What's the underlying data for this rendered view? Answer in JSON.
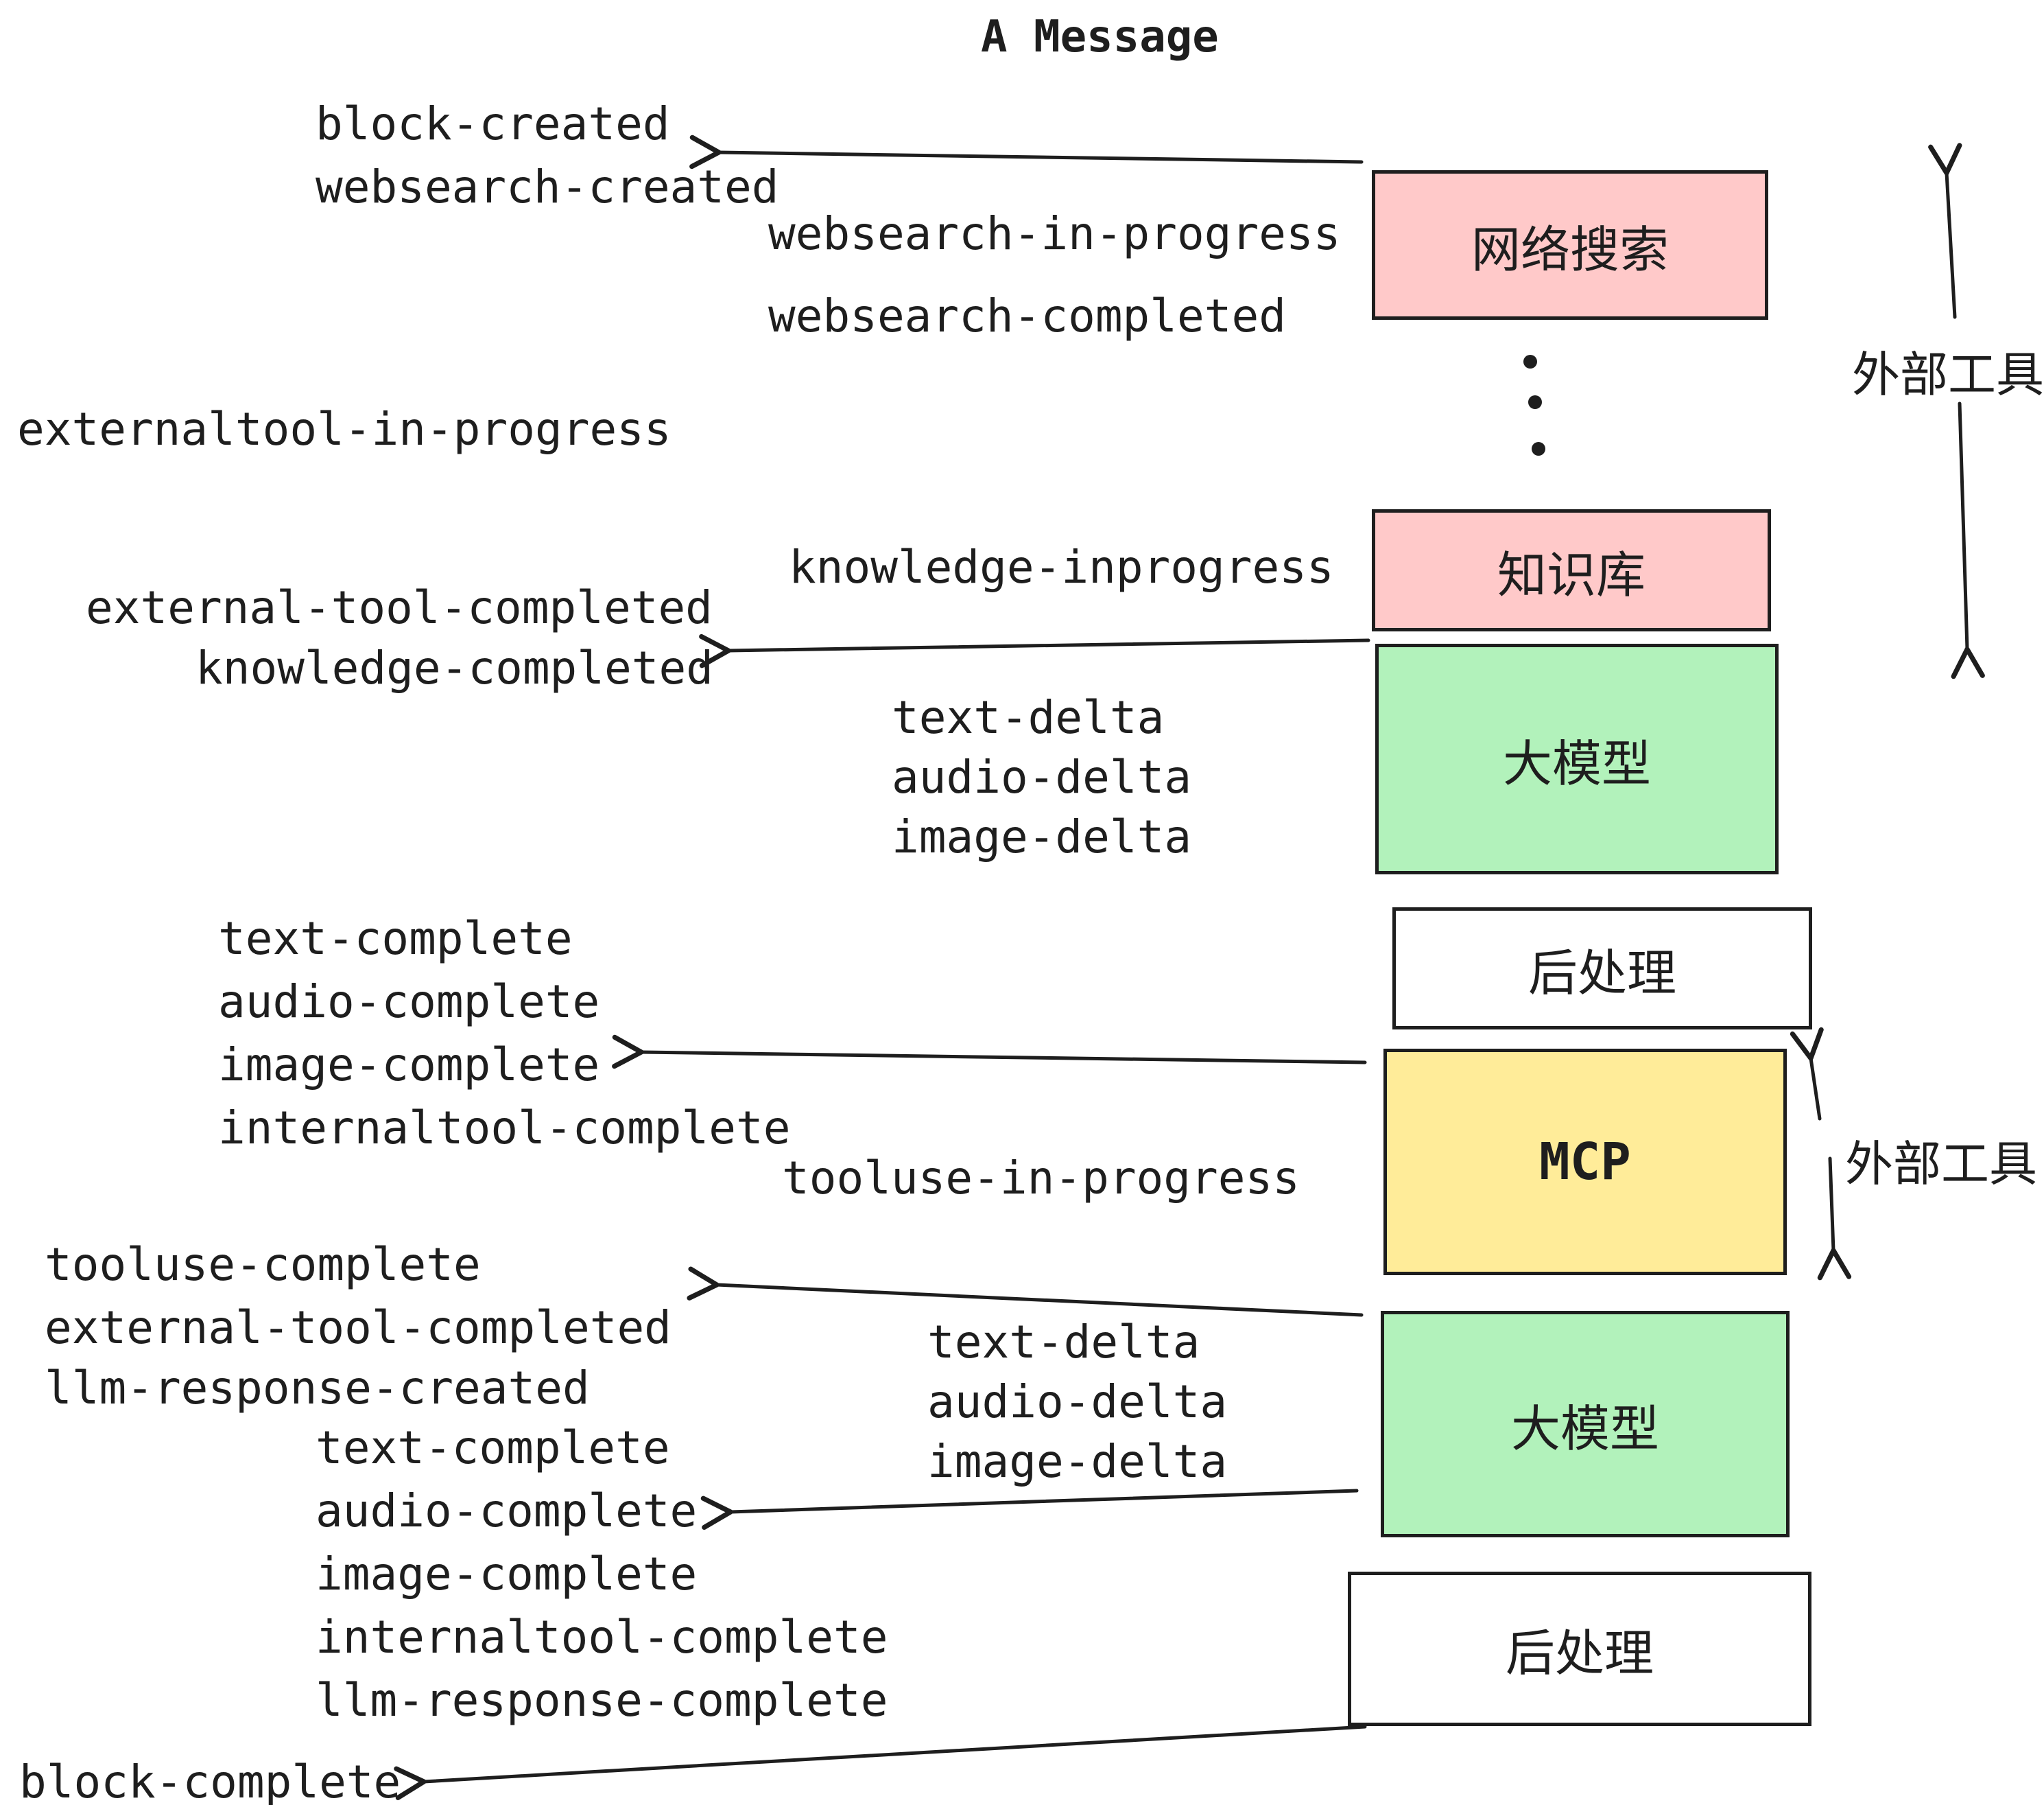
{
  "title": "A Message",
  "colors": {
    "stroke": "#1e1e1e",
    "pink": "#ffc9c9",
    "green": "#b2f2bb",
    "yellow": "#ffec99",
    "white": "#ffffff"
  },
  "boxes": [
    {
      "id": "websearch",
      "label": "网络搜索",
      "color": "pink"
    },
    {
      "id": "knowledge",
      "label": "知识库",
      "color": "pink"
    },
    {
      "id": "llm-1",
      "label": "大模型",
      "color": "green"
    },
    {
      "id": "post-1",
      "label": "后处理",
      "color": "white"
    },
    {
      "id": "mcp",
      "label": "MCP",
      "color": "yellow"
    },
    {
      "id": "llm-2",
      "label": "大模型",
      "color": "green"
    },
    {
      "id": "post-2",
      "label": "后处理",
      "color": "white"
    }
  ],
  "side_labels": {
    "external_tools_top": "外部工具",
    "external_tools_bottom": "外部工具"
  },
  "events": {
    "block_created": "block-created",
    "websearch_created": "websearch-created",
    "websearch_in_progress": "websearch-in-progress",
    "websearch_completed": "websearch-completed",
    "externaltool_in_progress": "externaltool-in-progress",
    "knowledge_inprogress": "knowledge-inprogress",
    "external_tool_completed_1": "external-tool-completed",
    "knowledge_completed": "knowledge-completed",
    "delta_group_1": [
      "text-delta",
      "audio-delta",
      "image-delta"
    ],
    "complete_group_1": [
      "text-complete",
      "audio-complete",
      "image-complete",
      "internaltool-complete"
    ],
    "tooluse_in_progress": "tooluse-in-progress",
    "tooluse_complete": "tooluse-complete",
    "external_tool_completed_2": "external-tool-completed",
    "llm_response_created": "llm-response-created",
    "delta_group_2": [
      "text-delta",
      "audio-delta",
      "image-delta"
    ],
    "complete_group_2": [
      "text-complete",
      "audio-complete",
      "image-complete",
      "internaltool-complete",
      "llm-response-complete"
    ],
    "block_complete": "block-complete"
  }
}
